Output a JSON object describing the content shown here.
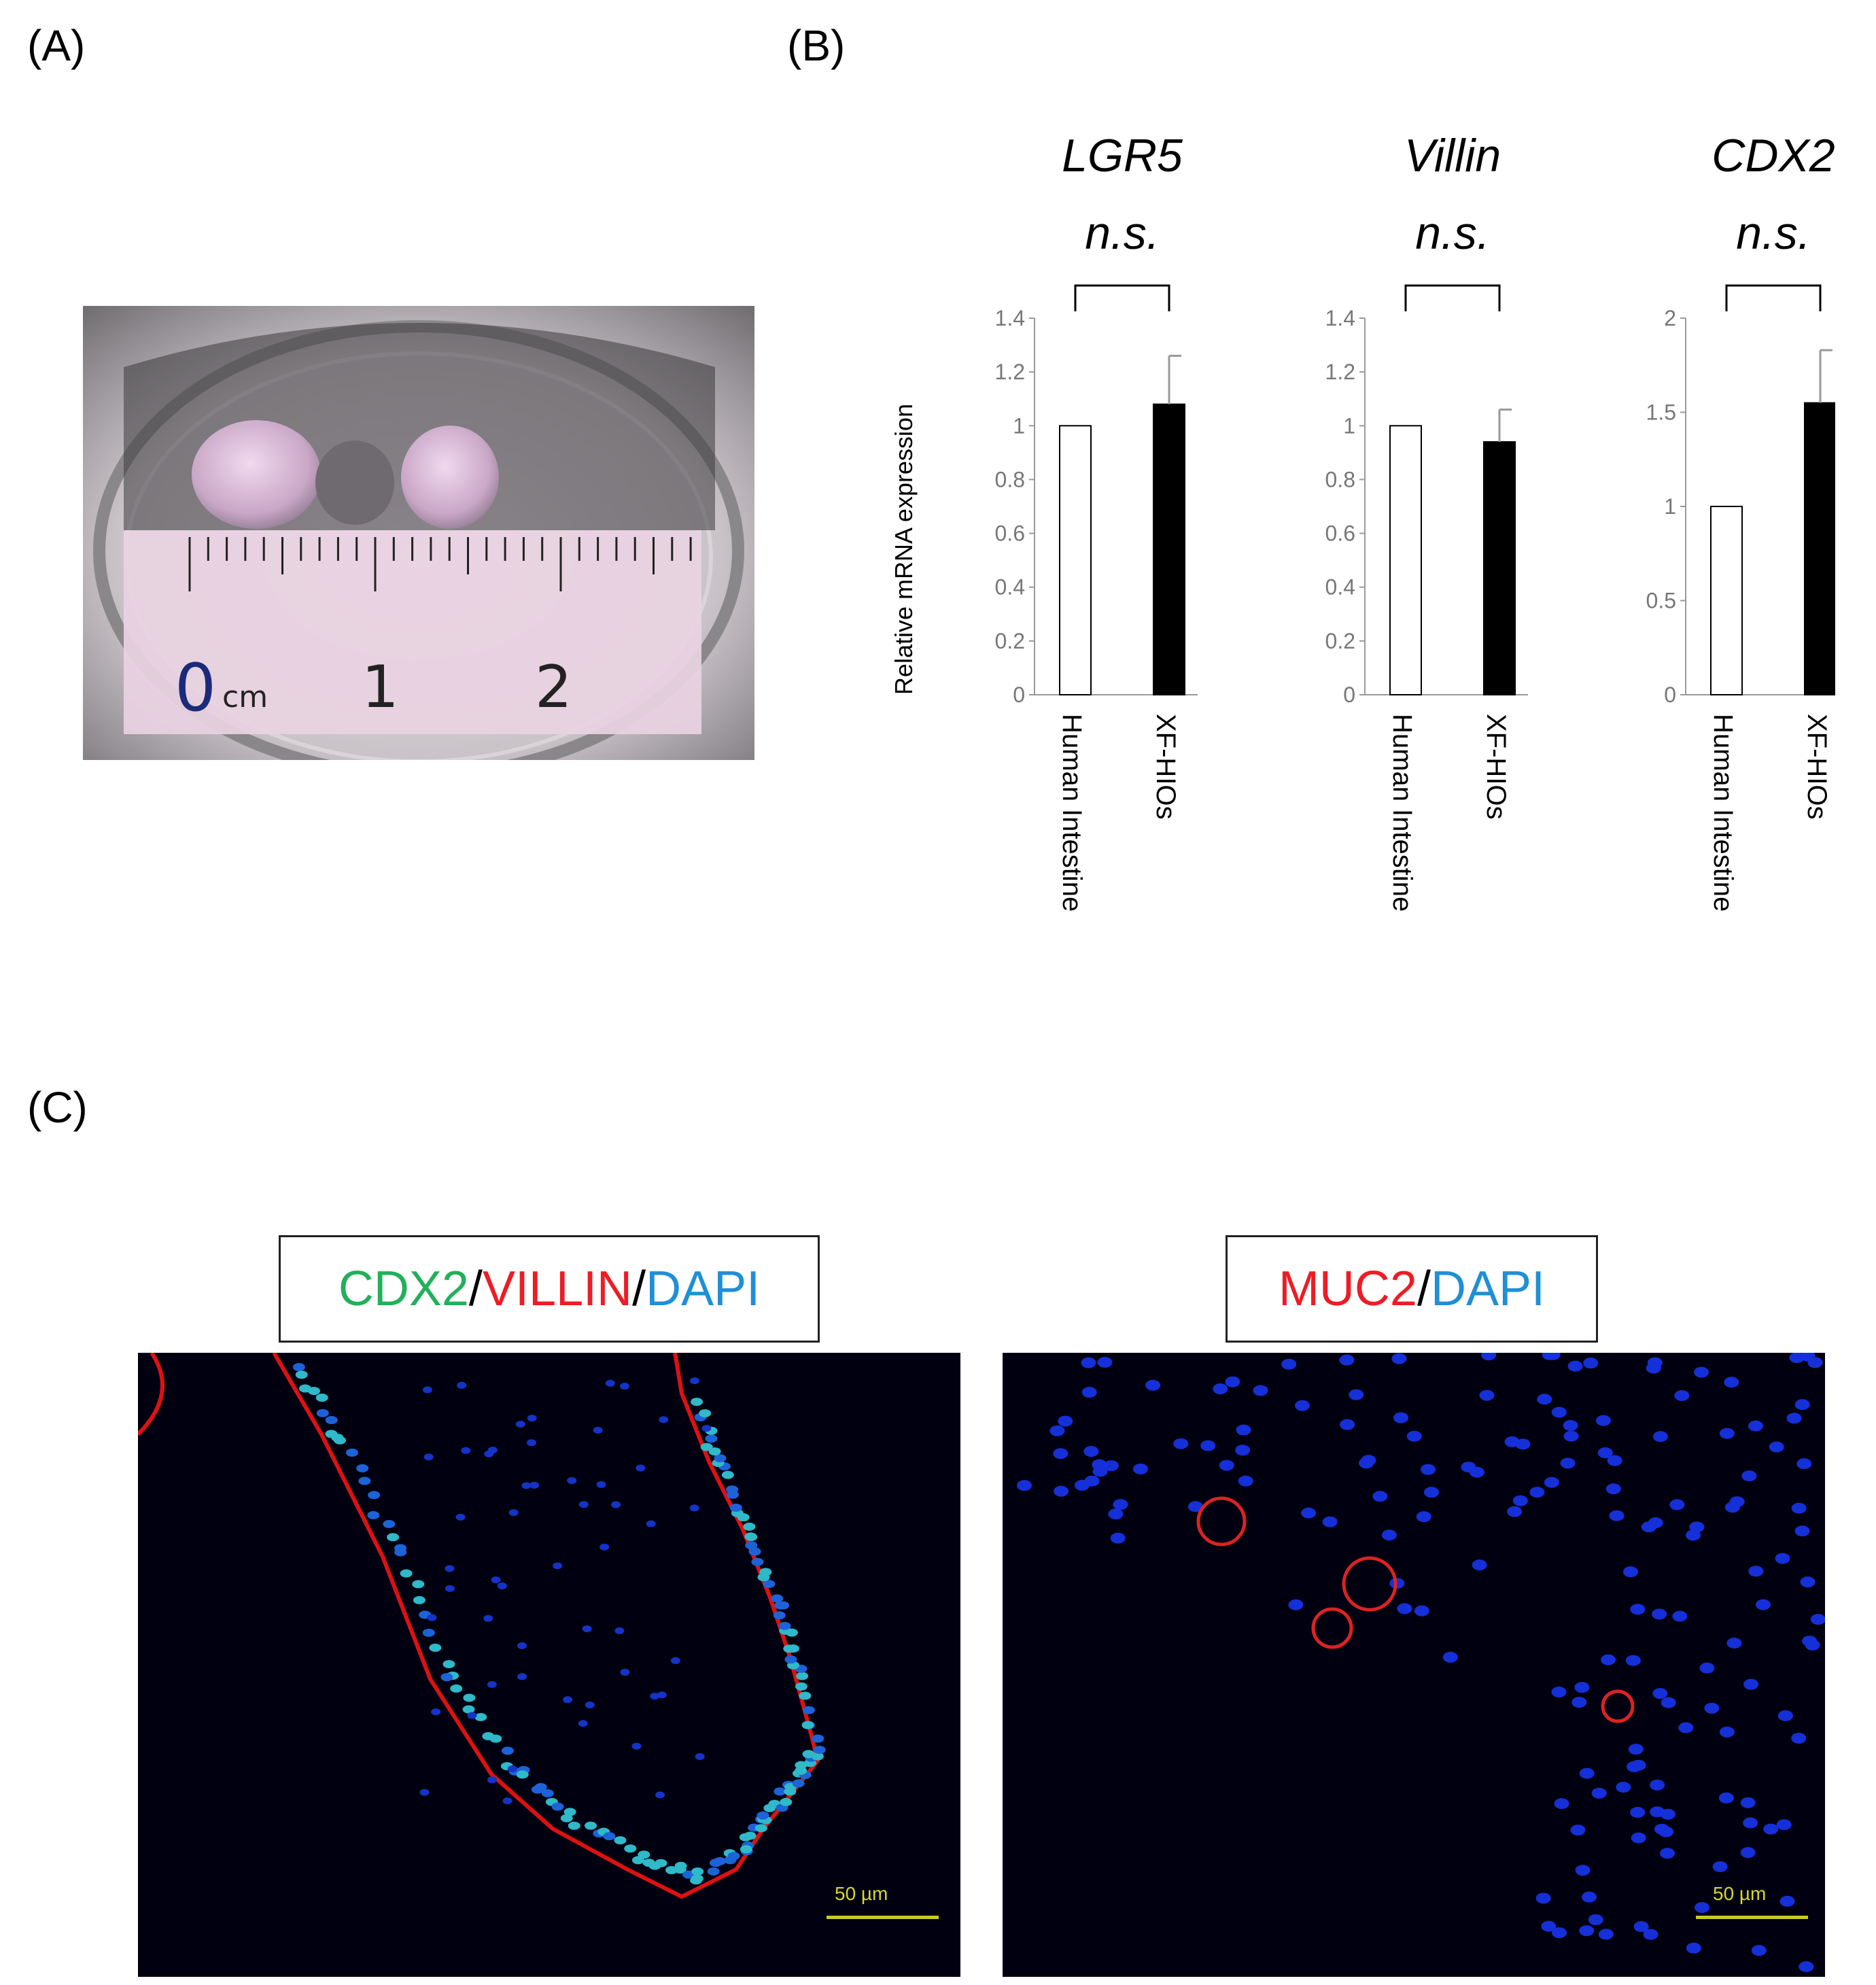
{
  "panels": {
    "a_label": "(A)",
    "b_label": "(B)",
    "c_label": "(C)"
  },
  "photo_a": {
    "ruler_labels": [
      "0",
      "cm",
      "1",
      "2"
    ]
  },
  "panel_b": {
    "ylabel": "Relative mRNA expression",
    "significance": "n.s."
  },
  "chart_data": [
    {
      "type": "bar",
      "title": "LGR5",
      "categories": [
        "Human Intestine",
        "XF-HIOs"
      ],
      "values": [
        1.0,
        1.08
      ],
      "errors": [
        0,
        0.18
      ],
      "ylim": [
        0,
        1.4
      ],
      "yticks": [
        "0",
        "0.2",
        "0.4",
        "0.6",
        "0.8",
        "1",
        "1.2",
        "1.4"
      ],
      "ylabel": "Relative mRNA expression",
      "annotation": "n.s.",
      "colors": [
        "#ffffff",
        "#000000"
      ]
    },
    {
      "type": "bar",
      "title": "Villin",
      "categories": [
        "Human Intestine",
        "XF-HIOs"
      ],
      "values": [
        1.0,
        0.94
      ],
      "errors": [
        0,
        0.12
      ],
      "ylim": [
        0,
        1.4
      ],
      "yticks": [
        "0",
        "0.2",
        "0.4",
        "0.6",
        "0.8",
        "1",
        "1.2",
        "1.4"
      ],
      "annotation": "n.s.",
      "colors": [
        "#ffffff",
        "#000000"
      ]
    },
    {
      "type": "bar",
      "title": "CDX2",
      "categories": [
        "Human Intestine",
        "XF-HIOs"
      ],
      "values": [
        1.0,
        1.55
      ],
      "errors": [
        0,
        0.28
      ],
      "ylim": [
        0,
        2
      ],
      "yticks": [
        "0",
        "0.5",
        "1",
        "1.5",
        "2"
      ],
      "annotation": "n.s.",
      "colors": [
        "#ffffff",
        "#000000"
      ]
    }
  ],
  "panel_c": {
    "legend1": {
      "p1": "CDX2",
      "sep1": "/",
      "p2": "VILLIN",
      "sep2": "/",
      "p3": "DAPI"
    },
    "legend2": {
      "p1": "MUC2",
      "sep1": "/",
      "p2": "DAPI"
    },
    "scale_label": "50 µm",
    "colors": {
      "green": "#22b05a",
      "red": "#ee1c24",
      "blue": "#1f8fd6"
    }
  }
}
